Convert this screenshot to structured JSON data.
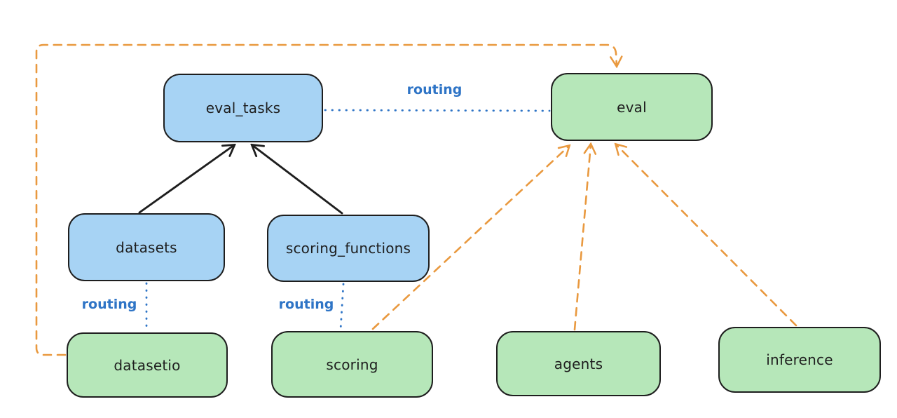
{
  "diagram": {
    "nodes": [
      {
        "id": "eval_tasks",
        "label": "eval_tasks",
        "kind": "resource"
      },
      {
        "id": "eval",
        "label": "eval",
        "kind": "api"
      },
      {
        "id": "datasets",
        "label": "datasets",
        "kind": "resource"
      },
      {
        "id": "scoring_functions",
        "label": "scoring_functions",
        "kind": "resource"
      },
      {
        "id": "datasetio",
        "label": "datasetio",
        "kind": "api"
      },
      {
        "id": "scoring",
        "label": "scoring",
        "kind": "api"
      },
      {
        "id": "agents",
        "label": "agents",
        "kind": "api"
      },
      {
        "id": "inference",
        "label": "inference",
        "kind": "api"
      }
    ],
    "edges": [
      {
        "from": "datasets",
        "to": "eval_tasks",
        "style": "solid",
        "color": "black",
        "arrow": true,
        "label": ""
      },
      {
        "from": "scoring_functions",
        "to": "eval_tasks",
        "style": "solid",
        "color": "black",
        "arrow": true,
        "label": ""
      },
      {
        "from": "eval_tasks",
        "to": "eval",
        "style": "dotted",
        "color": "blue",
        "arrow": false,
        "label": "routing"
      },
      {
        "from": "datasets",
        "to": "datasetio",
        "style": "dotted",
        "color": "blue",
        "arrow": false,
        "label": "routing"
      },
      {
        "from": "scoring_functions",
        "to": "scoring",
        "style": "dotted",
        "color": "blue",
        "arrow": false,
        "label": "routing"
      },
      {
        "from": "datasetio",
        "to": "eval",
        "style": "dashed",
        "color": "orange",
        "arrow": true,
        "label": ""
      },
      {
        "from": "scoring",
        "to": "eval",
        "style": "dashed",
        "color": "orange",
        "arrow": true,
        "label": ""
      },
      {
        "from": "agents",
        "to": "eval",
        "style": "dashed",
        "color": "orange",
        "arrow": true,
        "label": ""
      },
      {
        "from": "inference",
        "to": "eval",
        "style": "dashed",
        "color": "orange",
        "arrow": true,
        "label": ""
      }
    ],
    "colors": {
      "blue_fill": "#a7d3f4",
      "green_fill": "#b6e7b9",
      "stroke": "#1e1e1e",
      "routing_blue": "#2e74c6",
      "dashed_orange": "#e9993f",
      "background": "#ffffff"
    }
  }
}
